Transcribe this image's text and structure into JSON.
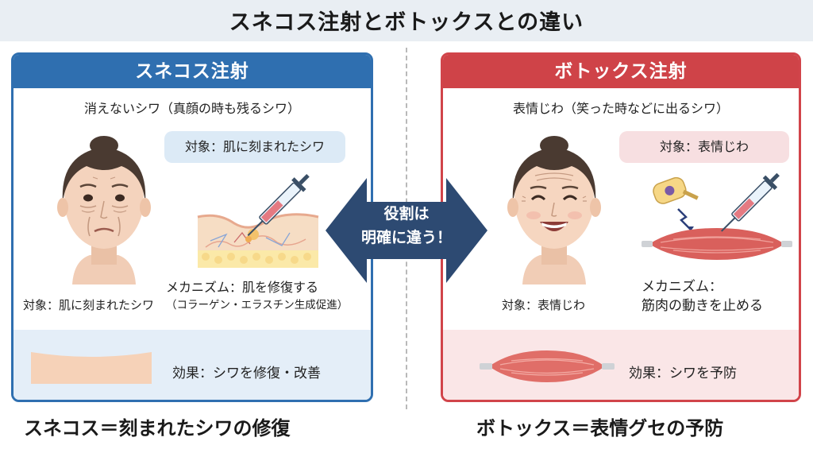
{
  "title": "スネコス注射とボトックスとの違い",
  "center_arrow": {
    "line1": "役割は",
    "line2": "明確に違う！"
  },
  "left_panel": {
    "header": "スネコス注射",
    "subtitle": "消えないシワ（真顔の時も残るシワ）",
    "target": "対象：肌に刻まれたシワ",
    "face_label": "対象：肌に刻まれたシワ",
    "mechanism_line1": "メカニズム：肌を修復する",
    "mechanism_line2": "（コラーゲン・エラスチン生成促進）",
    "effect": "効果：シワを修復・改善",
    "summary": "スネコス＝刻まれたシワの修復"
  },
  "right_panel": {
    "header": "ボトックス注射",
    "subtitle": "表情じわ（笑った時などに出るシワ）",
    "target": "対象：表情じわ",
    "face_label": "対象：表情じわ",
    "mechanism_line1": "メカニズム：",
    "mechanism_line2": "筋肉の動きを止める",
    "effect": "効果：シワを予防",
    "summary": "ボトックス＝表情グセの予防"
  },
  "colors": {
    "left_accent": "#2f6fb0",
    "right_accent": "#cf4348",
    "arrow": "#2d4a72"
  }
}
